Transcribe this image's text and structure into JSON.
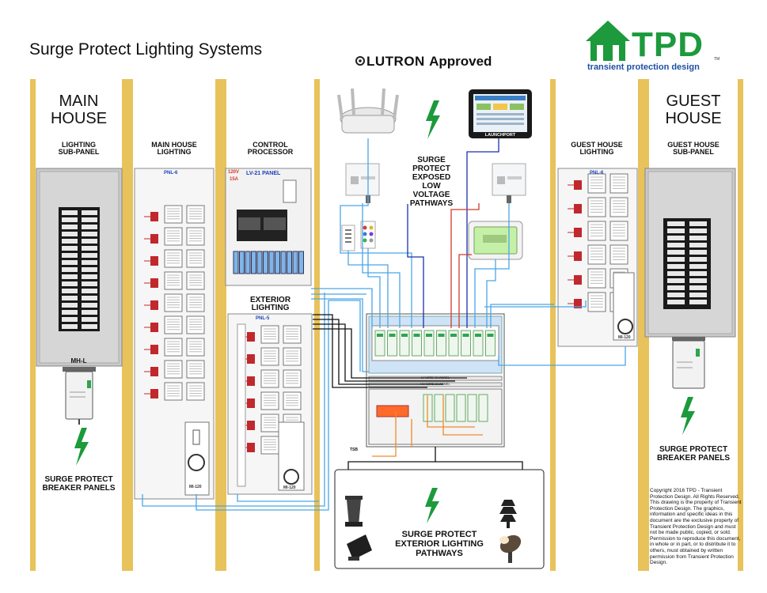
{
  "title": "Surge Protect Lighting Systems",
  "brand": {
    "lutron_text": "LUTRON",
    "lutron_suffix": "Approved",
    "tpd_text": "TPD",
    "tpd_tagline": "transient protection design",
    "tpd_tm": "TM"
  },
  "columns": {
    "main_house": {
      "title_line1": "MAIN",
      "title_line2": "HOUSE",
      "sub_line1": "LIGHTING",
      "sub_line2": "SUB-PANEL",
      "device_label": "MH-L",
      "caption_line1": "SURGE PROTECT",
      "caption_line2": "BREAKER PANELS"
    },
    "main_lighting": {
      "title_line1": "MAIN HOUSE",
      "title_line2": "LIGHTING",
      "panel_label": "PNL-6",
      "meter_label": "MI-120"
    },
    "control": {
      "title_line1": "CONTROL",
      "title_line2": "PROCESSOR",
      "panel_label": "LV-21 PANEL",
      "voltage_line1": "120V",
      "voltage_line2": "15A",
      "exterior_line1": "EXTERIOR",
      "exterior_line2": "LIGHTING",
      "pnl5_label": "PNL-5",
      "meter_label": "MI-120"
    },
    "guest_lighting": {
      "title_line1": "GUEST HOUSE",
      "title_line2": "LIGHTING",
      "panel_label": "PNL-6",
      "meter_label": "MI-120"
    },
    "guest_house": {
      "title_line1": "GUEST",
      "title_line2": "HOUSE",
      "sub_line1": "GUEST HOUSE",
      "sub_line2": "SUB-PANEL",
      "caption_line1": "SURGE PROTECT",
      "caption_line2": "BREAKER PANELS"
    }
  },
  "center": {
    "lv_caption": [
      "SURGE",
      "PROTECT",
      "EXPOSED",
      "LOW",
      "VOLTAGE",
      "PATHWAYS"
    ],
    "tablet_label": "LAUNCHPORT",
    "tsb_label": "TSB",
    "lv_channel": "LV WIRE CHANNEL",
    "hv_channel": "HV WIRE CHANNEL",
    "exterior_caption": [
      "SURGE PROTECT",
      "EXTERIOR LIGHTING",
      "PATHWAYS"
    ]
  },
  "copyright": "Copyright 2016 TPD - Transient Protection Design. All Rights Reserved. This drawing is the property of Transient Protection Design. The graphics, information and specific ideas in this document are the exclusive property of Transient Protection Design and must not be made public, copied, or sold. Permission to reproduce this document, in whole or in part, or to distribute it to others, must obtained by written permission from Transient Protection Design.",
  "colors": {
    "column_border": "#e8c25a",
    "bolt": "#1c9a3c",
    "tpd_green": "#1c9a3c",
    "tpd_blue": "#1e4fa3",
    "wire_blue": "#4aa6e8",
    "wire_dark_blue": "#1b2fae",
    "wire_red": "#d43a2a",
    "wire_orange": "#f08a2a",
    "wire_black": "#111111",
    "breaker_red": "#c0282d",
    "panel_gray": "#c9c9c9"
  }
}
